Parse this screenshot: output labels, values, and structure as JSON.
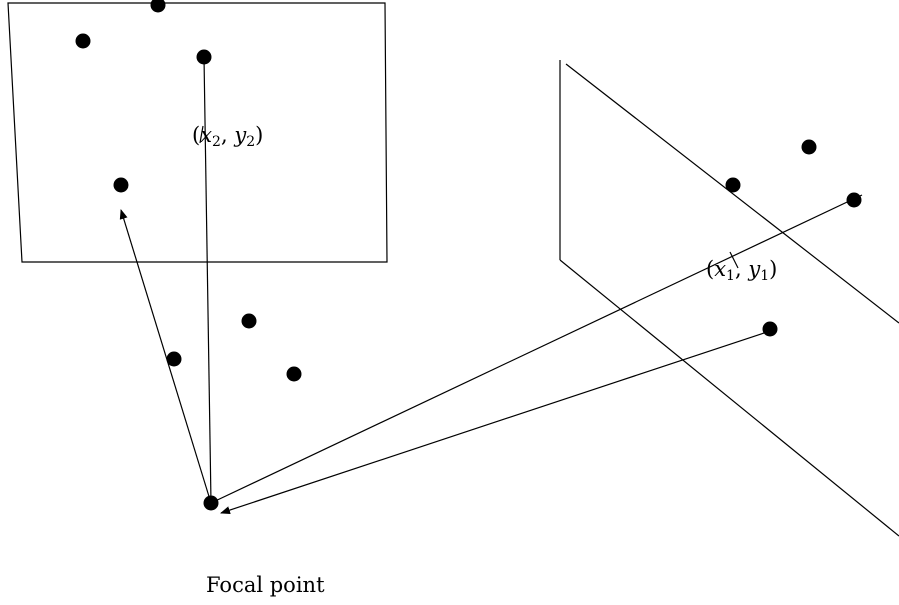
{
  "figure": {
    "label_left_point": {
      "open": "(",
      "x": "x",
      "x_sub": "2",
      "sep": ", ",
      "y": "y",
      "y_sub": "2",
      "close": ")"
    },
    "label_right_point": {
      "open": "(",
      "x": "x",
      "x_sub": "1",
      "sep": ", ",
      "y": "y",
      "y_sub": "1",
      "close": ")"
    },
    "caption": "Focal point"
  },
  "colors": {
    "stroke": "#000000",
    "background": "#ffffff"
  }
}
